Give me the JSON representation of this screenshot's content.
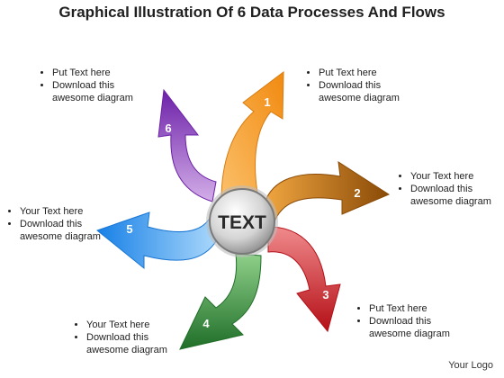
{
  "title": "Graphical Illustration Of 6 Data Processes And Flows",
  "center_label": "TEXT",
  "logo": "Your Logo",
  "arrows": [
    {
      "number": "1",
      "color": "#f39c1f"
    },
    {
      "number": "2",
      "color": "#b5650e"
    },
    {
      "number": "3",
      "color": "#d8262b"
    },
    {
      "number": "4",
      "color": "#2f8a3a"
    },
    {
      "number": "5",
      "color": "#3a9ff0"
    },
    {
      "number": "6",
      "color": "#8b3fc2"
    }
  ],
  "blocks": {
    "top_right": {
      "line1": "Put Text  here",
      "line2": "Download  this",
      "line3": "awesome diagram"
    },
    "top_left": {
      "line1": "Put Text here",
      "line2": "Download  this",
      "line3": "awesome diagram"
    },
    "mid_right": {
      "line1": "Your Text here",
      "line2": "Download  this",
      "line3": "awesome diagram"
    },
    "mid_left": {
      "line1": "Your Text here",
      "line2": "Download  this",
      "line3": "awesome diagram"
    },
    "bottom_right": {
      "line1": "Put Text  here",
      "line2": "Download  this",
      "line3": "awesome diagram"
    },
    "bottom_left": {
      "line1": "Your Text here",
      "line2": "Download  this",
      "line3": "awesome diagram"
    }
  }
}
